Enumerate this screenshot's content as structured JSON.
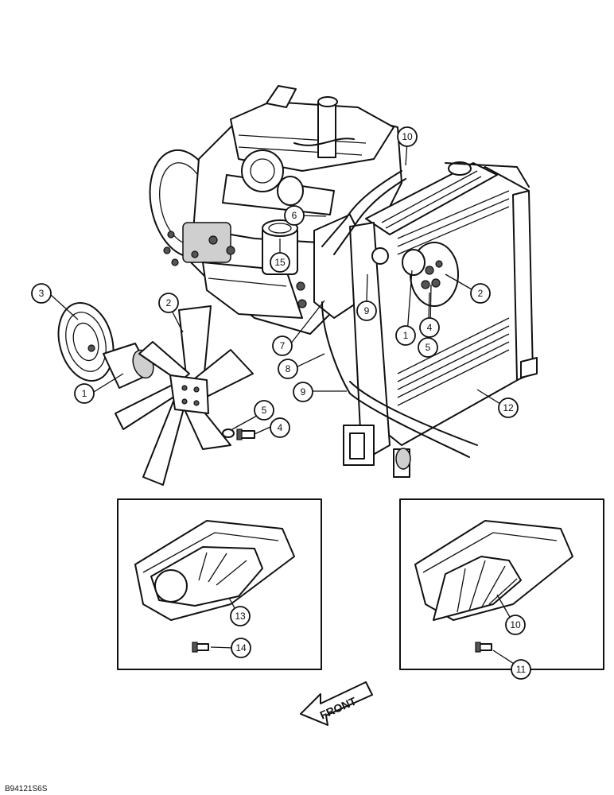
{
  "diagram": {
    "callouts": {
      "engine_fan_spacer": "1",
      "engine_fan": "2",
      "engine_pulley": "3",
      "engine_bolt": "4",
      "engine_washer": "5",
      "engine_hose": "6",
      "engine_clamp": "7",
      "engine_tube": "8",
      "engine_bracket_upper": "9",
      "engine_bracket_lower": "9",
      "radiator_shroud_top": "10",
      "radiator_assembly": "12",
      "fan_bolt_at_radiator": "4",
      "fan_spacer_at_radiator": "1",
      "fan_washer_at_radiator": "5",
      "fan_at_radiator": "2",
      "air_filter": "15",
      "inset_left_shroud": "13",
      "inset_left_bolt": "14",
      "inset_right_shroud": "10",
      "inset_right_bolt": "11"
    },
    "front_label": "FRONT",
    "reference_code": "B94121S6S"
  }
}
